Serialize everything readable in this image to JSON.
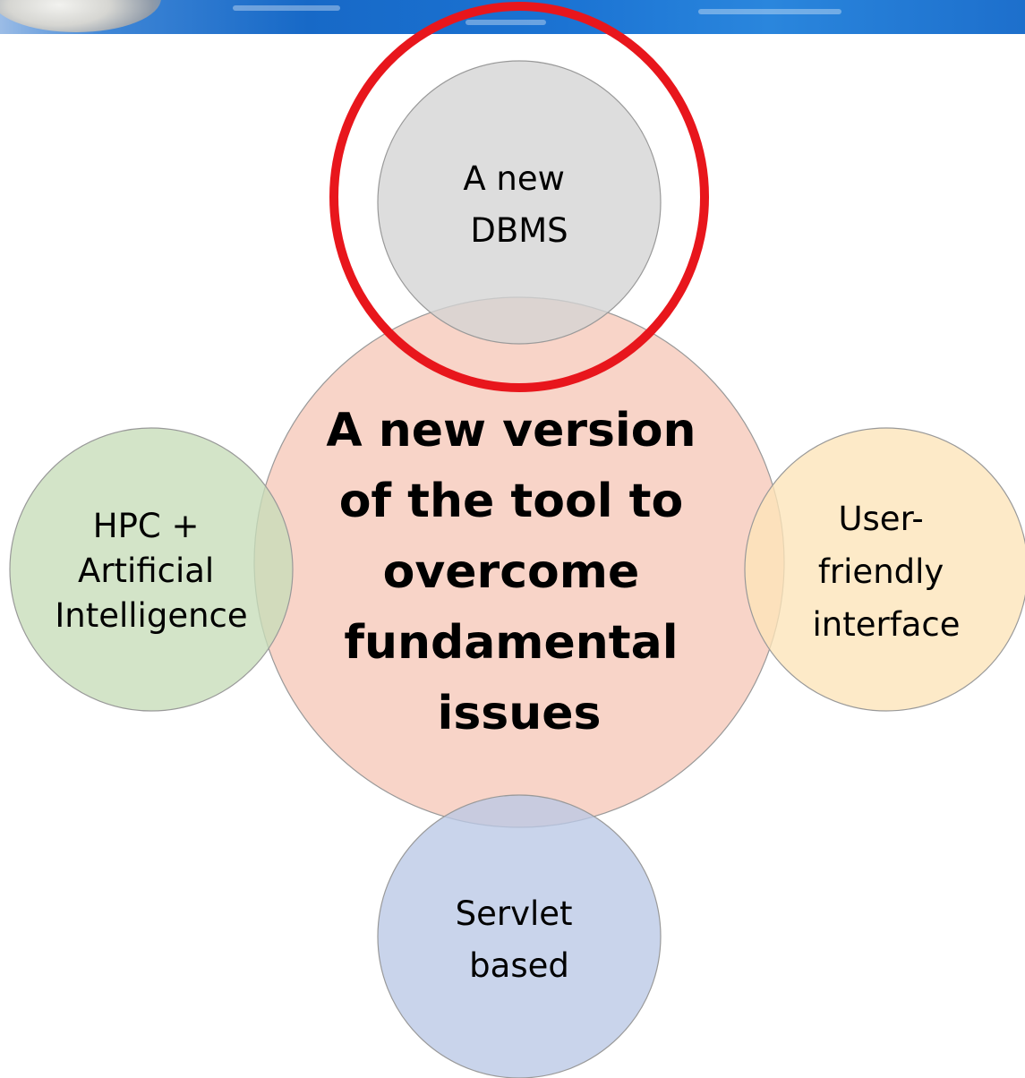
{
  "diagram": {
    "center": {
      "lines": [
        "A new version",
        "of the tool to",
        "overcome",
        "fundamental",
        "issues"
      ],
      "color": "#f4b9a6"
    },
    "top": {
      "lines": [
        "A new",
        "DBMS"
      ],
      "color": "#d4d4d4"
    },
    "left": {
      "lines": [
        "HPC +",
        "Artificial",
        "Intelligence"
      ],
      "color": "#c7ddb8"
    },
    "right": {
      "lines": [
        "User-",
        "friendly",
        "interface"
      ],
      "color": "#fde4b8"
    },
    "bottom": {
      "lines": [
        "Servlet",
        "based"
      ],
      "color": "#bac8e6"
    },
    "highlight_color": "#e8161c"
  }
}
